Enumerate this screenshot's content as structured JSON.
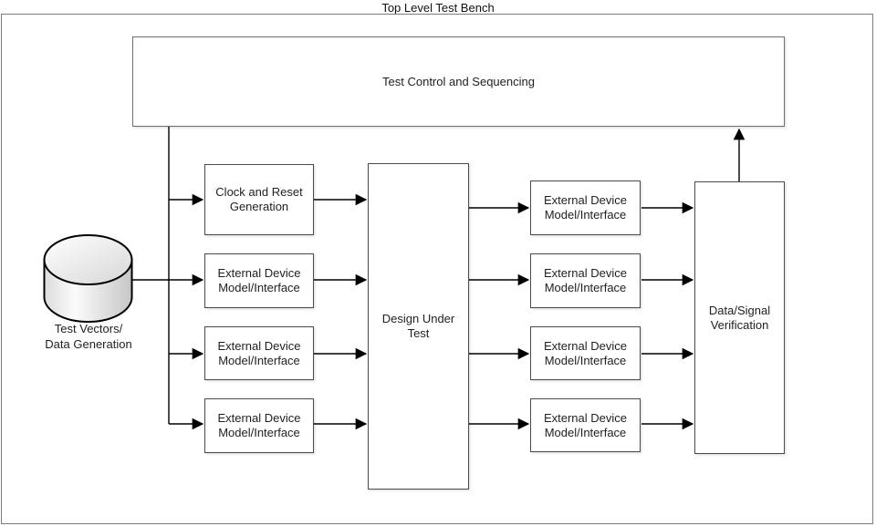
{
  "title": "Top Level Test Bench",
  "colors": {
    "line": "#000000",
    "box_border": "#4a4a4a",
    "frame_border": "#7d7d7d",
    "background": "#ffffff",
    "cylinder_fill_light": "#fdfdfd",
    "cylinder_fill_dark": "#cccccc"
  },
  "diagram": {
    "test_control": {
      "label": "Test Control and Sequencing"
    },
    "test_vectors": {
      "label": "Test Vectors/\nData Generation",
      "shape": "database-cylinder"
    },
    "left_column": [
      {
        "label": "Clock and Reset\nGeneration"
      },
      {
        "label": "External Device\nModel/Interface"
      },
      {
        "label": "External Device\nModel/Interface"
      },
      {
        "label": "External Device\nModel/Interface"
      }
    ],
    "dut": {
      "label": "Design Under\nTest"
    },
    "right_column": [
      {
        "label": "External Device\nModel/Interface"
      },
      {
        "label": "External Device\nModel/Interface"
      },
      {
        "label": "External Device\nModel/Interface"
      },
      {
        "label": "External Device\nModel/Interface"
      }
    ],
    "verification": {
      "label": "Data/Signal\nVerification"
    }
  }
}
